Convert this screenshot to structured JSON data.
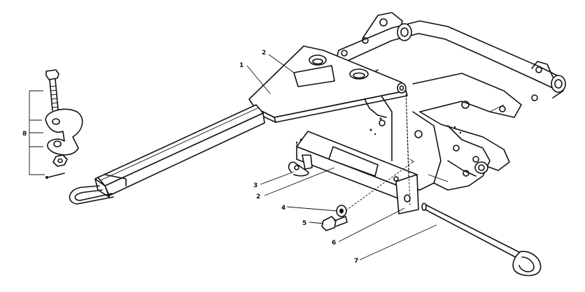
{
  "callouts": [
    {
      "id": "c1",
      "text": "1"
    },
    {
      "id": "c2a",
      "text": "2"
    },
    {
      "id": "c2b",
      "text": "2"
    },
    {
      "id": "c3",
      "text": "3"
    },
    {
      "id": "c4",
      "text": "4"
    },
    {
      "id": "c5",
      "text": "5"
    },
    {
      "id": "c6",
      "text": "6"
    },
    {
      "id": "c7",
      "text": "7"
    },
    {
      "id": "c8",
      "text": "8"
    }
  ],
  "decal_text": ""
}
